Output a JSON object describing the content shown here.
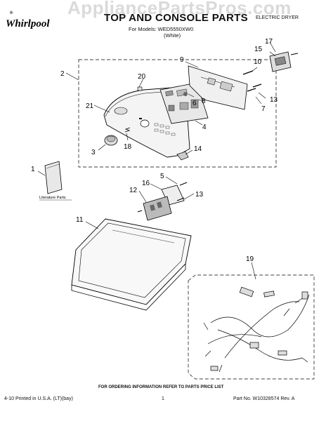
{
  "watermark": "AppliancePartsPros.com",
  "brand": {
    "name": "Whirlpool",
    "mark": "®"
  },
  "header": {
    "title": "TOP AND CONSOLE PARTS",
    "models_label": "For Models: WED5550XW0",
    "color_label": "(White)",
    "product_type": "ELECTRIC DRYER"
  },
  "callouts": {
    "c1": "1",
    "c2": "2",
    "c3": "3",
    "c4": "4",
    "c5": "5",
    "c6": "6",
    "c7": "7",
    "c8": "8",
    "c9": "9",
    "c10": "10",
    "c11": "11",
    "c12": "12",
    "c13a": "13",
    "c13b": "13",
    "c14": "14",
    "c15": "15",
    "c16": "16",
    "c17": "17",
    "c18": "18",
    "c19": "19",
    "c20": "20",
    "c21": "21"
  },
  "literature_label": "Literature Parts",
  "footer": {
    "ordering_note": "FOR ORDERING INFORMATION REFER TO PARTS PRICE LIST",
    "printed": "4-10 Printed in U.S.A. (LT)(bay)",
    "page": "1",
    "part_no": "Part No. W10328574 Rev. A"
  }
}
